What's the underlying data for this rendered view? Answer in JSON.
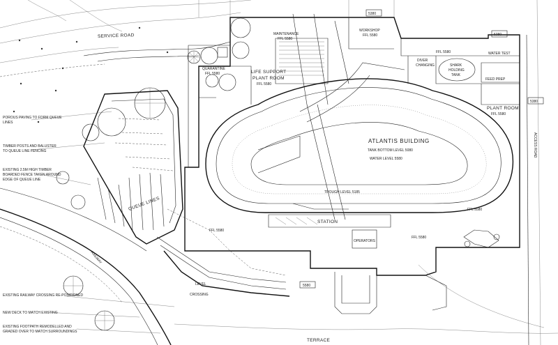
{
  "labels": {
    "service_road": "SERVICE ROAD",
    "maintenance": "MAINTENANCE",
    "maintenance_ffl": "FFL 5580",
    "workshop": "WORKSHOP",
    "workshop_ffl": "FFL 5580",
    "quarantine": "QUARANTINE",
    "quarantine_ffl": "FFL 5580",
    "life_support_1": "LIFE SUPPORT",
    "life_support_2": "PLANT ROOM",
    "life_support_ffl": "FFL 5580",
    "diver_changing_1": "DIVER",
    "diver_changing_2": "CHANGING",
    "diver_ffl": "FFL 5580",
    "shark_tank_1": "SHARK",
    "shark_tank_2": "HOLDING",
    "shark_tank_3": "TANK",
    "water_test": "WATER TEST",
    "feed_prep": "FEED PREP",
    "plant_room": "PLANT ROOM",
    "plant_room_ffl": "FFL 5580",
    "access_road": "ACCESS ROAD",
    "atlantis_building": "ATLANTIS BUILDING",
    "tank_bottom": "TANK BOTTOM LEVEL 5080",
    "water_level": "WATER LEVEL 5580",
    "trough_level": "TROUGH LEVEL 5185",
    "station": "STATION",
    "operators": "OPERATORS",
    "ffl_left": "FFL 5580",
    "ffl_center": "FFL 5580",
    "ffl_right": "FFL 5580",
    "queue_lines": "QUEUE LINES",
    "railway": "RAILWAY",
    "level": "LEVEL",
    "crossing": "CROSSING",
    "terrace": "TERRACE",
    "level_5580": "5580",
    "note_porous_1": "POROUS PAVING TO FORM QUEUE",
    "note_porous_2": "LINES",
    "note_timber_1": "TIMBER POSTS AND BALUSTER",
    "note_timber_2": "TO QUEUE LINE FENCING",
    "note_fence_1": "EXISTING 2.5M HIGH TIMBER",
    "note_fence_2": "BOARDED FENCE TAKEN AROUND",
    "note_fence_3": "EDGE OF QUEUE LINE",
    "note_railway": "EXISTING RAILWAY CROSSING RE-POSITIONED",
    "note_new_deck": "NEW DECK TO MATCH EXISTING",
    "note_path_1": "EXISTING FOOTPATH REMODELLED AND",
    "note_path_2": "GRADED OVER TO MATCH SURROUNDINGS",
    "tag_top": "5380",
    "tag_right_1": "5380",
    "tag_right_2": "5380"
  },
  "colors": {
    "line": "#111111",
    "background": "#ffffff"
  }
}
